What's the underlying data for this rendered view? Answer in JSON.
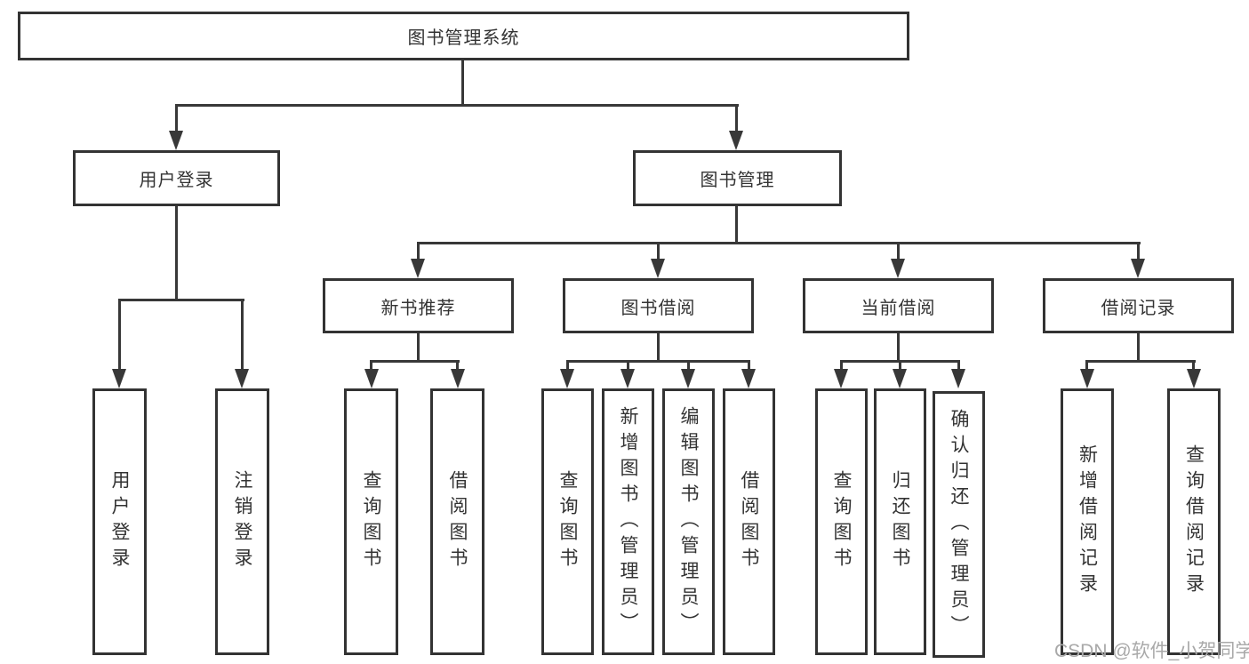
{
  "tree": {
    "root": {
      "label": "图书管理系统"
    },
    "branches": [
      {
        "label": "用户登录",
        "leaves": [
          "用户登录",
          "注销登录"
        ]
      },
      {
        "label": "图书管理",
        "groups": [
          {
            "label": "新书推荐",
            "leaves": [
              "查询图书",
              "借阅图书"
            ]
          },
          {
            "label": "图书借阅",
            "leaves": [
              "查询图书",
              "新增图书（管理员）",
              "编辑图书（管理员）",
              "借阅图书"
            ]
          },
          {
            "label": "当前借阅",
            "leaves": [
              "查询图书",
              "归还图书",
              "确认归还（管理员）"
            ]
          },
          {
            "label": "借阅记录",
            "leaves": [
              "新增借阅记录",
              "查询借阅记录"
            ]
          }
        ]
      }
    ]
  },
  "watermark": {
    "text": "CSDN @软件_小贺同学"
  },
  "colors": {
    "box_border": "#333333",
    "connector_line": "#383838",
    "text": "#333333",
    "watermark_text": "#a9a9a9",
    "background": "#ffffff"
  }
}
